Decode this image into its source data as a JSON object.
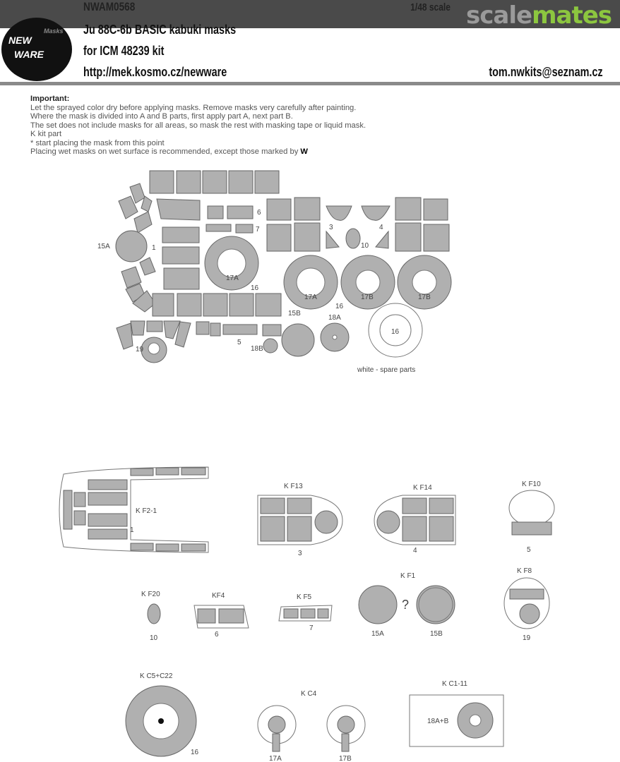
{
  "header": {
    "code": "NWAM0568",
    "scale": "1/48 scale",
    "title": "Ju 88C-6b  BASIC kabuki masks",
    "kit": "for ICM 48239 kit",
    "url": "http://mek.kosmo.cz/newware",
    "email": "tom.nwkits@seznam.cz",
    "logo_text": "NEW WARE Masks",
    "watermark": "scalemates",
    "watermark_colors": [
      "#9a9a9a",
      "#8cc63f"
    ]
  },
  "notes": {
    "heading": "Important:",
    "lines": [
      "Let the sprayed color dry before applying masks. Remove masks very carefully after painting.",
      "Where the mask is divided into A and B parts, first apply part A, next part B.",
      "The set does not include masks for all areas, so mask the rest with masking tape or liquid mask.",
      "K kit part",
      "*  start placing the mask from this point",
      "Placing wet masks on wet surface is recommended, except those marked by"
    ],
    "w_mark": "W"
  },
  "sheet_labels": [
    "6",
    "7",
    "3",
    "4",
    "15A",
    "1",
    "10",
    "17A",
    "16",
    "17A",
    "17B",
    "17B",
    "15B",
    "16",
    "18A",
    "5",
    "18B",
    "19",
    "16",
    "white - spare parts"
  ],
  "placement_labels": [
    "K F2-1",
    "1",
    "K F13",
    "3",
    "K F14",
    "4",
    "K F10",
    "5",
    "K F20",
    "10",
    "KF4",
    "6",
    "K F5",
    "7",
    "K F1",
    "?",
    "15A",
    "15B",
    "K F8",
    "19",
    "K C5+C22",
    "16",
    "K C4",
    "17A",
    "17B",
    "K C1-11",
    "18A+B"
  ]
}
